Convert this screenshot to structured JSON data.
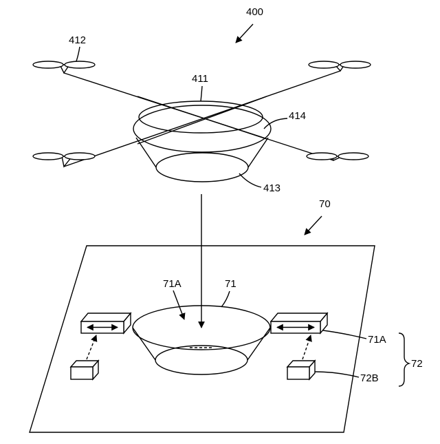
{
  "labels": {
    "drone_system": "400",
    "propeller": "412",
    "body_top": "411",
    "body_ring": "414",
    "body_bottom": "413",
    "station": "70",
    "receiver_label_left": "71A",
    "receiver": "71",
    "guide_right": "71A",
    "group": "72",
    "drive_right": "72B"
  }
}
